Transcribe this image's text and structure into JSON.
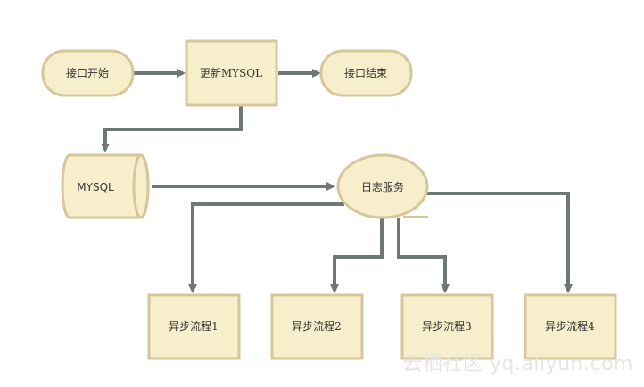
{
  "nodes": {
    "start": "接口开始",
    "update": "更新MYSQL",
    "end": "接口结束",
    "mysql": "MYSQL",
    "log": "日志服务",
    "flow1": "异步流程1",
    "flow2": "异步流程2",
    "flow3": "异步流程3",
    "flow4": "异步流程4"
  },
  "colors": {
    "fill": "#f7eecb",
    "stroke": "#d8c69b",
    "arrow": "#6d7773"
  },
  "watermark": "云栖社区 yq.aliyun.com"
}
